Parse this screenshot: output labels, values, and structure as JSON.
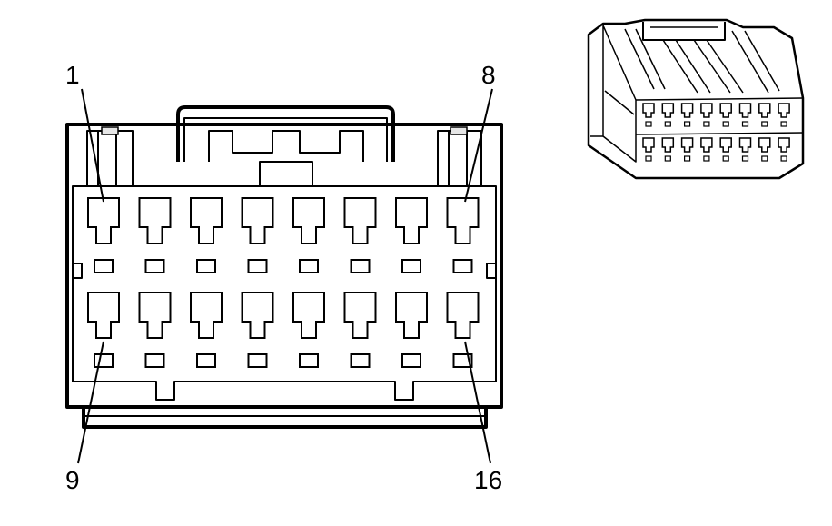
{
  "connector": {
    "pin_count": 16,
    "rows": 2,
    "pins_per_row": 8
  },
  "callouts": [
    {
      "label": "1",
      "pin": 1
    },
    {
      "label": "8",
      "pin": 8
    },
    {
      "label": "9",
      "pin": 9
    },
    {
      "label": "16",
      "pin": 16
    }
  ],
  "colors": {
    "line": "#000000",
    "background": "#ffffff",
    "shade": "#e6e6e6"
  },
  "icons": {
    "isometric_view": "connector-3d-view"
  }
}
